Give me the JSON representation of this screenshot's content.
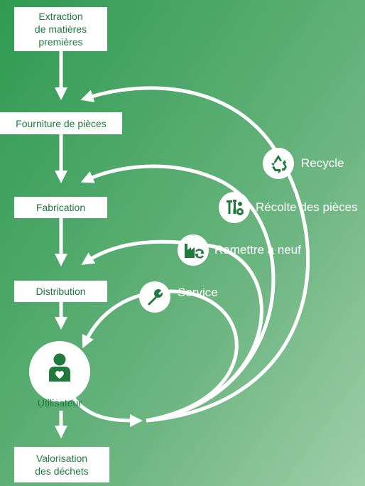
{
  "steps": {
    "extraction_line1": "Extraction",
    "extraction_line2": "de matières",
    "extraction_line3": "premières",
    "supply": "Fourniture de pièces",
    "manufacturing": "Fabrication",
    "distribution": "Distribution",
    "user": "Utilisateur",
    "waste_line1": "Valorisation",
    "waste_line2": "des déchets"
  },
  "loops": {
    "recycle": "Recycle",
    "harvest": "Récolte des pièces",
    "refurbish": "Remettre à neuf",
    "service": "Service"
  },
  "icons": {
    "recycle": "recycle-icon",
    "harvest": "tools-gear-icon",
    "refurbish": "factory-cycle-icon",
    "service": "wrench-icon",
    "user": "person-heart-icon"
  },
  "colors": {
    "background_start": "#2f9a52",
    "background_end": "#9fcfa7",
    "accent": "#1f7a3c",
    "flow": "#ffffff"
  }
}
